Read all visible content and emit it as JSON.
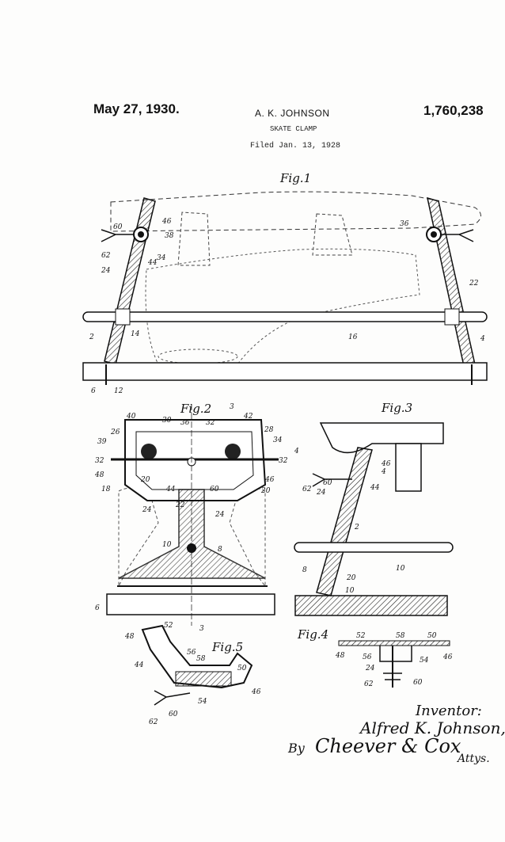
{
  "header": {
    "date": "May 27, 1930.",
    "inventor": "A. K. JOHNSON",
    "patent_number": "1,760,238",
    "title": "SKATE CLAMP",
    "filed": "Filed Jan. 13, 1928"
  },
  "figures": {
    "fig1": "Fig.1",
    "fig2": "Fig.2",
    "fig3": "Fig.3",
    "fig4": "Fig.4",
    "fig5": "Fig.5"
  },
  "signature": {
    "inventor_label": "Inventor:",
    "inventor_name": "Alfred K. Johnson,",
    "by": "By",
    "attorneys": "Cheever & Cox",
    "attys": "Attys."
  },
  "reference_numerals": {
    "fig1": [
      "60",
      "38",
      "46",
      "62",
      "34",
      "24",
      "44",
      "2",
      "14",
      "16",
      "12",
      "6",
      "36",
      "22",
      "4"
    ],
    "fig2": [
      "3",
      "40",
      "30",
      "36",
      "32",
      "42",
      "28",
      "26",
      "34",
      "39",
      "32",
      "32",
      "48",
      "46",
      "18",
      "44",
      "22",
      "60",
      "20",
      "20",
      "24",
      "24",
      "10",
      "8",
      "6",
      "3"
    ],
    "fig3": [
      "4",
      "46",
      "62",
      "60",
      "44",
      "24",
      "4",
      "2",
      "10",
      "8",
      "20",
      "10"
    ],
    "fig4": [
      "52",
      "58",
      "50",
      "48",
      "56",
      "54",
      "46",
      "24",
      "62",
      "60"
    ],
    "fig5": [
      "52",
      "48",
      "56",
      "58",
      "44",
      "50",
      "46",
      "54",
      "62",
      "60"
    ]
  }
}
